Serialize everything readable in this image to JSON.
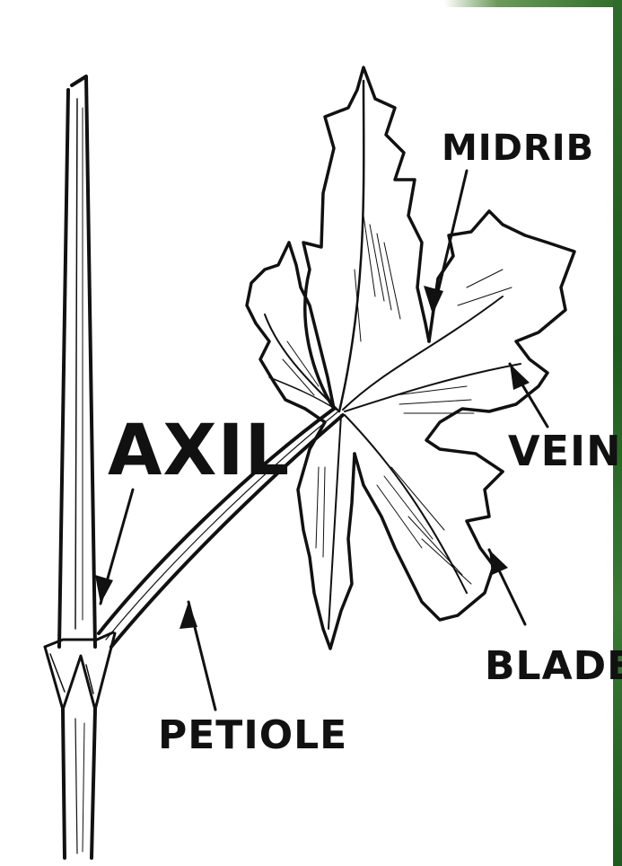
{
  "labels": {
    "midrib": "MIDRIB",
    "axil": "AXIL",
    "vein": "VEIN",
    "blade": "BLADE",
    "petiole": "PETIOLE"
  },
  "colors": {
    "ink": "#111111",
    "paper": "#ffffff",
    "border_green": "#2e6d27"
  }
}
